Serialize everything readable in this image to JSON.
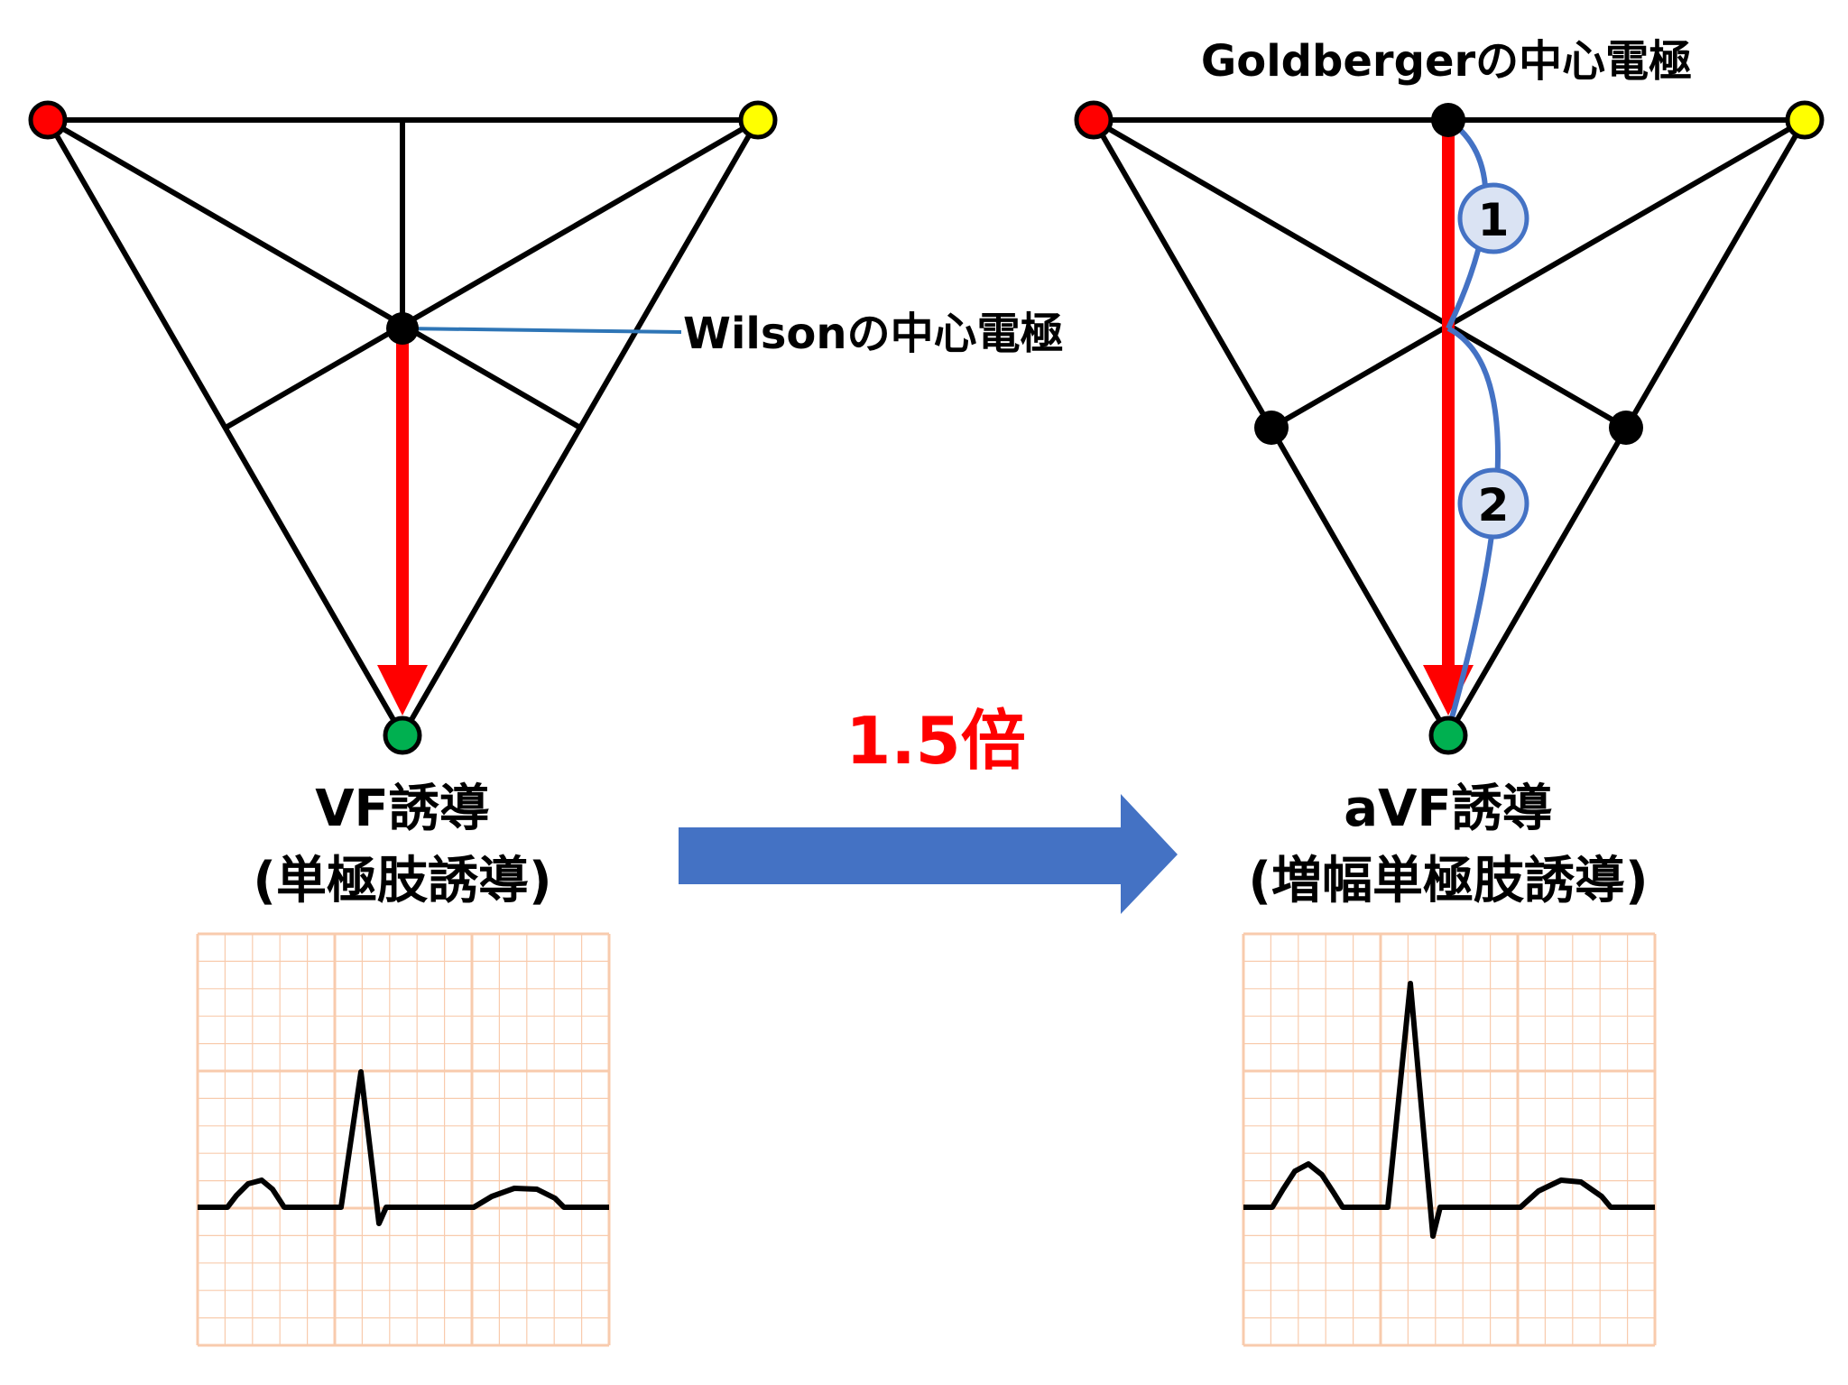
{
  "left_panel": {
    "center_label": "Wilsonの中心電極",
    "lead_title": "VF誘導",
    "lead_subtitle": "(単極肢誘導)"
  },
  "right_panel": {
    "center_label": "Goldbergerの中心電極",
    "lead_title": "aVF誘導",
    "lead_subtitle": "(増幅単極肢誘導)",
    "segment_labels": [
      "1",
      "2"
    ]
  },
  "transition": {
    "factor_label": "1.5倍"
  },
  "colors": {
    "right_arm_electrode": "#ff0000",
    "left_arm_electrode": "#ffff00",
    "left_leg_electrode": "#00b050",
    "vector_arrow": "#ff0000",
    "factor_text": "#ff0000",
    "block_arrow": "#4472c4",
    "bracket_line": "#4472c4",
    "badge_fill": "#dae3f3",
    "ecg_grid": "#f8cbad",
    "ecg_trace": "#000000"
  },
  "icons": {
    "electrode": "filled-circle",
    "transition": "block-arrow-right"
  }
}
